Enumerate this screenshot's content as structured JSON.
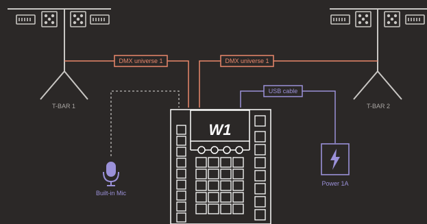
{
  "colors": {
    "background": "#2b2827",
    "stand": "#c9c7c4",
    "dmx": "#e9876b",
    "usb": "#9b91d9",
    "mic_line": "#bdbbb8",
    "device": "#ffffff",
    "text": "#a9a6a3"
  },
  "left_stand": {
    "label": "T-BAR 1"
  },
  "right_stand": {
    "label": "T-BAR 2"
  },
  "cables": {
    "dmx_left": "DMX universe 1",
    "dmx_right": "DMX universe 1",
    "usb": "USB cable"
  },
  "device": {
    "logo": "W1"
  },
  "mic": {
    "label": "Built-in Mic",
    "icon": "microphone-icon"
  },
  "power": {
    "label": "Power 1A",
    "icon": "lightning-bolt-icon"
  }
}
